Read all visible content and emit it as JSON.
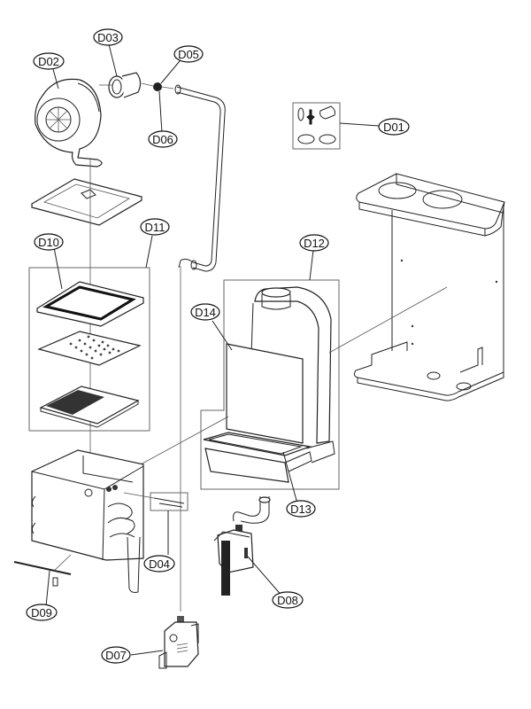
{
  "diagram": {
    "type": "exploded-parts-view",
    "labels": {
      "D01": "D01",
      "D02": "D02",
      "D03": "D03",
      "D04": "D04",
      "D05": "D05",
      "D06": "D06",
      "D07": "D07",
      "D08": "D08",
      "D09": "D09",
      "D10": "D10",
      "D11": "D11",
      "D12": "D12",
      "D13": "D13",
      "D14": "D14"
    }
  }
}
